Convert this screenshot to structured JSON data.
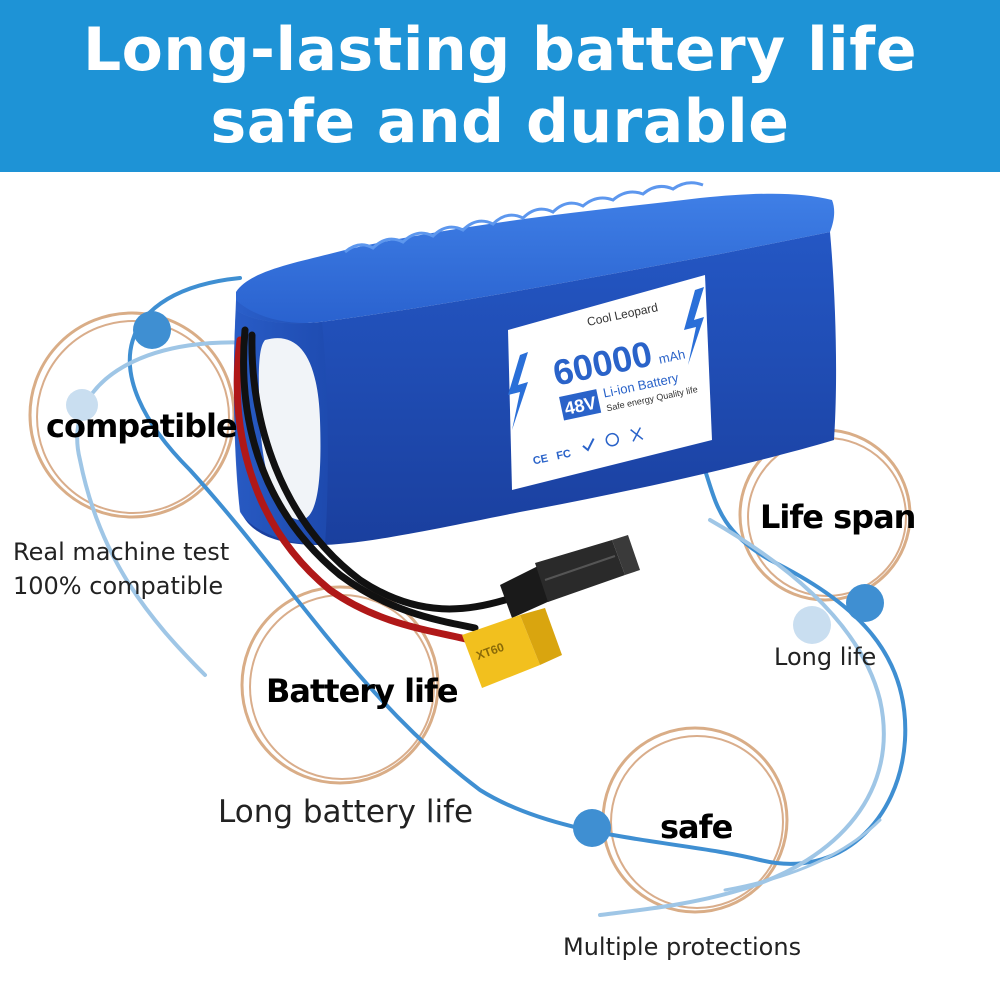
{
  "header": {
    "line1": "Long-lasting battery life",
    "line2": "safe and durable"
  },
  "product_label": {
    "brand": "Cool Leopard",
    "capacity": "60000",
    "capacity_unit": "mAh",
    "voltage": "48V",
    "type": "Li-ion Battery",
    "slogan": "Safe energy Quality life",
    "cert_marks": [
      "CE",
      "FC"
    ]
  },
  "connector_label": "XT60",
  "features": [
    {
      "title": "compatible",
      "description": "Real machine test\n100% compatible"
    },
    {
      "title": "Battery life",
      "description": "Long battery life"
    },
    {
      "title": "Life span",
      "description": "Long life"
    },
    {
      "title": "safe",
      "description": "Multiple protections"
    }
  ],
  "colors": {
    "banner": "#1e93d6",
    "battery_blue": "#1f4fb8",
    "node_blue": "#3f8fd2",
    "ring_copper": "#c98a5a"
  }
}
